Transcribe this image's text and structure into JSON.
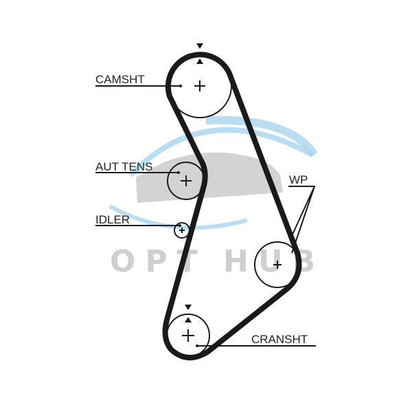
{
  "labels": {
    "camshaft": "CAMSHT",
    "tensioner": "AUT TENS",
    "idler": "IDLER",
    "water_pump": "WP",
    "crankshaft": "CRANSHT"
  },
  "watermark": {
    "left": "OPT",
    "right": "HUB"
  },
  "colors": {
    "belt": "#1a1a1a",
    "watermark_gray": "#cfcfcf",
    "swoosh_blue": "#a9d4ef"
  }
}
